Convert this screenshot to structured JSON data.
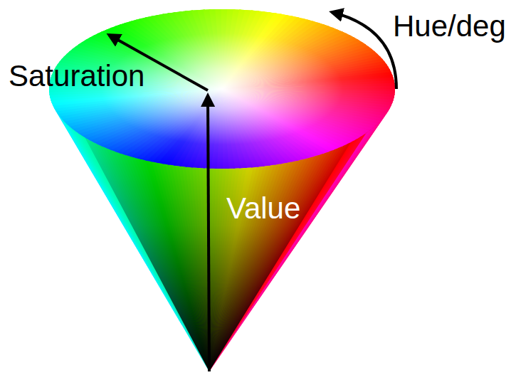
{
  "diagram": {
    "labels": [
      "Hue/deg",
      "Saturation",
      "Value"
    ]
  }
}
